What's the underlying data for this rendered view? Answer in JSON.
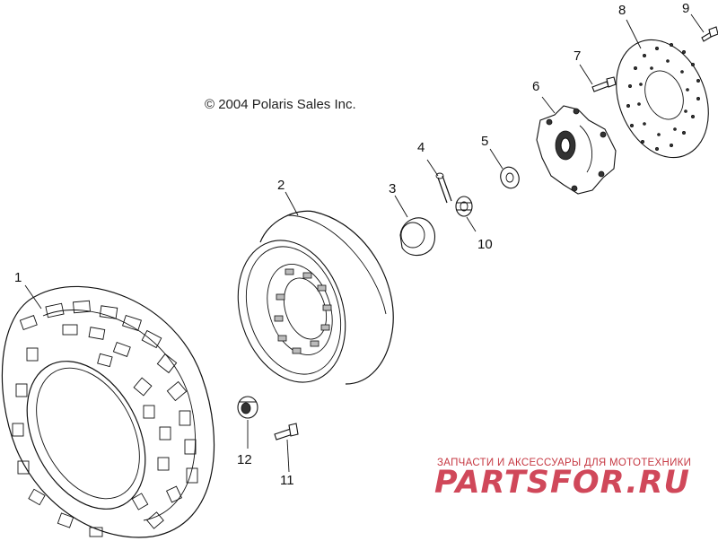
{
  "copyright": "© 2004 Polaris Sales Inc.",
  "parts": [
    {
      "number": "1"
    },
    {
      "number": "2"
    },
    {
      "number": "3"
    },
    {
      "number": "4"
    },
    {
      "number": "5"
    },
    {
      "number": "6"
    },
    {
      "number": "7"
    },
    {
      "number": "8"
    },
    {
      "number": "9"
    },
    {
      "number": "10"
    },
    {
      "number": "11"
    },
    {
      "number": "12"
    }
  ],
  "watermark": {
    "tagline": "ЗАПЧАСТИ И АКСЕССУАРЫ ДЛЯ МОТОТЕХНИКИ",
    "logo": "PARTSFOR.RU",
    "color": "#d0485a"
  }
}
